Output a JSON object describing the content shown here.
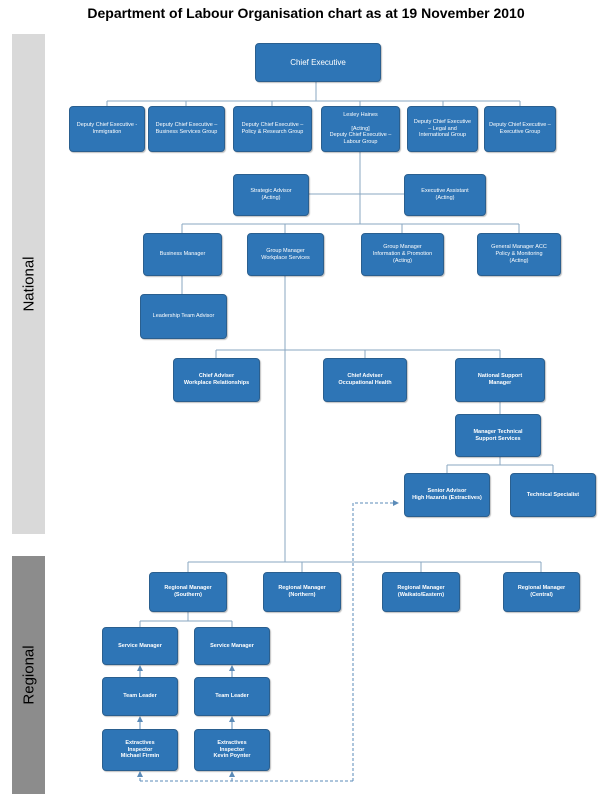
{
  "title": "Department of Labour Organisation chart as at 19 November 2010",
  "bands": {
    "national": "National",
    "regional": "Regional"
  },
  "colors": {
    "box": "#2e75b6",
    "line": "#8aa7c2",
    "national_band": "#d9d9d9",
    "regional_band": "#8c8c8c"
  },
  "nodes": {
    "ce": "Chief Executive",
    "dce_immigration": "Deputy Chief Executive -\nImmigration",
    "dce_business": "Deputy Chief Executive –\nBusiness Services Group",
    "dce_policy": "Deputy Chief Executive –\nPolicy & Research Group",
    "dce_labour": "Lesley Haines\n\n[Acting]\nDeputy Chief Executive –\nLabour Group",
    "dce_legal": "Deputy Chief Executive\n– Legal and\nInternational Group",
    "dce_executive": "Deputy Chief Executive –\nExecutive Group",
    "strategic_advisor": "Strategic Advisor\n(Acting)",
    "executive_assistant": "Executive Assistant\n(Acting)",
    "business_manager": "Business Manager",
    "gm_workplace": "Group Manager\nWorkplace Services",
    "gm_information": "Group Manager\nInformation & Promotion\n(Acting)",
    "gm_acc": "General Manager ACC\nPolicy & Monitoring\n(Acting)",
    "leadership_advisor": "Leadership Team Advisor",
    "chief_adviser_workplace": "Chief Adviser\nWorkplace Relationships",
    "chief_adviser_health": "Chief Adviser\nOccupational Health",
    "national_support": "National Support\nManager",
    "manager_technical": "Manager Technical\nSupport Services",
    "senior_advisor": "Senior Advisor\nHigh Hazards (Extractives)",
    "technical_specialist": "Technical Specialist",
    "rm_southern": "Regional Manager\n(Southern)",
    "rm_northern": "Regional Manager\n(Northern)",
    "rm_waikato": "Regional Manager\n(Waikato/Eastern)",
    "rm_central": "Regional Manager\n(Central)",
    "service_manager_1": "Service Manager",
    "service_manager_2": "Service Manager",
    "team_leader_1": "Team Leader",
    "team_leader_2": "Team Leader",
    "inspector_firmin": "Extractives\nInspector\nMichael Firmin",
    "inspector_poynter": "Extractives\nInspector\nKevin Poynter"
  }
}
